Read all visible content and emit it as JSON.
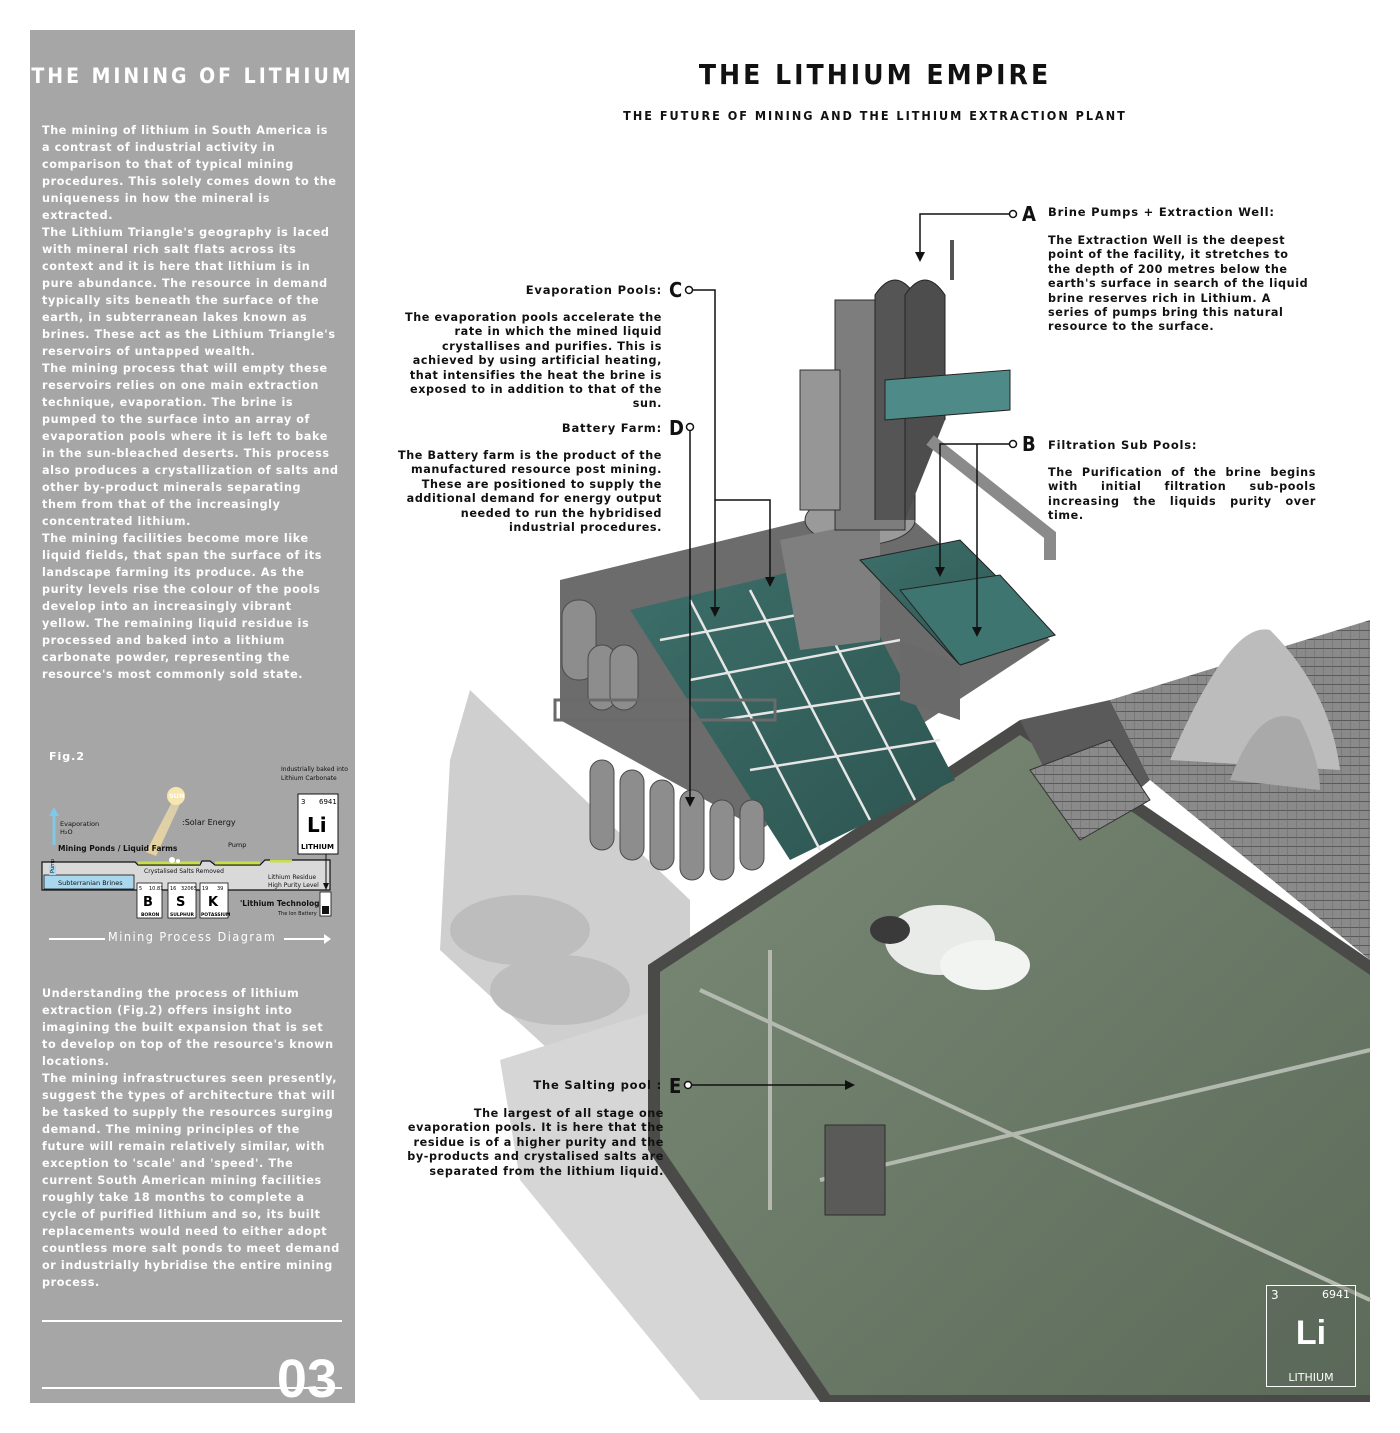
{
  "sidebar": {
    "title": "THE MINING OF LITHIUM",
    "paragraphs": [
      "The mining of lithium in South America is a contrast of industrial activity in comparison to that of typical mining procedures. This solely comes down to the uniqueness in how the mineral is extracted.",
      "The Lithium Triangle's geography is laced with mineral rich salt flats across its context and it is here that lithium is in pure abundance. The resource in demand typically sits beneath the surface of the earth, in subterranean lakes known as brines. These act as the Lithium Triangle's reservoirs of untapped wealth.",
      "The mining process that will empty these reservoirs relies on one main extraction technique, evaporation. The brine is pumped to the surface into an array of evaporation pools where it is left to bake in the sun-bleached deserts. This process also produces a crystallization of salts and other by-product minerals separating them from that of the increasingly concentrated lithium.",
      "The mining facilities become more like liquid fields, that span the surface of its landscape farming its produce. As the purity levels rise the colour of the pools develop into an increasingly vibrant yellow. The remaining liquid residue is processed and baked into a lithium carbonate powder, representing the resource's most commonly sold state.",
      "Understanding the process of lithium extraction (Fig.2) offers insight into imagining the built expansion that is set to develop on top of the resource's known locations.",
      "The mining infrastructures seen presently, suggest the types of architecture that will be tasked to supply the resources surging demand. The mining principles of the future will remain relatively similar, with exception to 'scale' and 'speed'. The current South American mining facilities roughly take 18 months to complete a cycle of purified lithium and so, its built replacements would need to either adopt countless more salt ponds to meet demand or industrially hybridise the entire mining process."
    ],
    "page_number": "03"
  },
  "figure": {
    "label": "Fig.2",
    "evaporation": "Evaporation",
    "h2o": "H₂O",
    "sun": "SUN",
    "solar": ":Solar Energy",
    "ponds": "Mining Ponds / Liquid Farms",
    "pump": "Pump",
    "pump_side": "Pump",
    "baked_line1": "Industrially baked into",
    "baked_line2": "Lithium Carbonate",
    "crystals": "Crystalised Salts Removed",
    "residue_line1": "Lithium Residue",
    "residue_line2": "High Purity Level",
    "brines": "Subterranian Brines",
    "tech": "'Lithium Technology'",
    "battery": "The Ion Battery",
    "caption": "Mining Process Diagram",
    "li_card": {
      "number": "3",
      "mass": "6941",
      "symbol": "Li",
      "name": "LITHIUM"
    },
    "elements": [
      {
        "number": "5",
        "mass": "10.81",
        "symbol": "B",
        "name": "BORON"
      },
      {
        "number": "16",
        "mass": "32065",
        "symbol": "S",
        "name": "SULPHUR"
      },
      {
        "number": "19",
        "mass": "39",
        "symbol": "K",
        "name": "POTASSIUM"
      }
    ]
  },
  "header": {
    "title": "THE LITHIUM EMPIRE",
    "subtitle": "THE FUTURE OF MINING AND THE LITHIUM EXTRACTION PLANT"
  },
  "annotations": {
    "A": {
      "letter": "A",
      "title": "Brine Pumps + Extraction Well:",
      "body": "The Extraction Well is the deepest point of the facility, it stretches to the depth of 200 metres below the earth's surface in search of the liquid brine reserves rich in Lithium. A series of pumps bring this natural resource to the surface."
    },
    "B": {
      "letter": "B",
      "title": "Filtration Sub Pools:",
      "body": "The Purification of the brine begins with initial filtration sub-pools increasing the liquids purity over time."
    },
    "C": {
      "letter": "C",
      "title": "Evaporation Pools:",
      "body": "The evaporation pools accelerate the rate in which the mined liquid crystallises and purifies. This is achieved by using artificial heating, that intensifies the heat the brine is exposed to in addition to that of the sun."
    },
    "D": {
      "letter": "D",
      "title": "Battery Farm:",
      "body": "The Battery farm is the product of the manufactured resource post mining. These are positioned to supply the additional demand for energy output needed to run the hybridised industrial procedures."
    },
    "E": {
      "letter": "E",
      "title": "The Salting pool :",
      "body": "The largest of all stage one evaporation pools. It is here that the residue is of a higher purity and the by-products and crystalised salts are separated from the lithium liquid."
    }
  },
  "corner_card": {
    "number": "3",
    "mass": "6941",
    "symbol": "Li",
    "name": "LITHIUM"
  }
}
